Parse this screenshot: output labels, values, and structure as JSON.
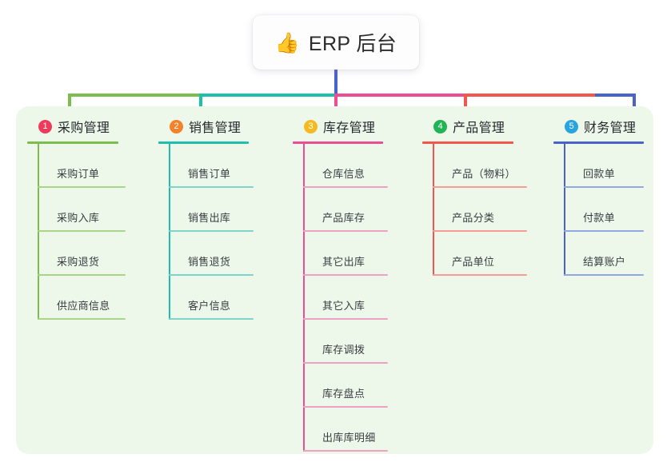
{
  "diagram": {
    "type": "mind-map",
    "root": {
      "icon": "thumbs-up-icon",
      "emoji": "👍",
      "title": "ERP 后台"
    },
    "panel_background": "#eef8ea",
    "page_background": "#ffffff",
    "branches": [
      {
        "number": "1",
        "title": "采购管理",
        "badge_color": "#ee3b5b",
        "line_color": "#7cbd4e",
        "leaf_line_color": "#a9d48a",
        "connector_color": "#7cbd4e",
        "items": [
          "采购订单",
          "采购入库",
          "采购退货",
          "供应商信息"
        ]
      },
      {
        "number": "2",
        "title": "销售管理",
        "badge_color": "#f5812a",
        "line_color": "#1fbfad",
        "leaf_line_color": "#7fd4ca",
        "connector_color": "#1fbfad",
        "items": [
          "销售订单",
          "销售出库",
          "销售退货",
          "客户信息"
        ]
      },
      {
        "number": "3",
        "title": "库存管理",
        "badge_color": "#f5b921",
        "line_color": "#ec4d95",
        "leaf_line_color": "#f0a0c4",
        "connector_color": "#ec4d95",
        "items": [
          "仓库信息",
          "产品库存",
          "其它出库",
          "其它入库",
          "库存调拨",
          "库存盘点",
          "出库库明细"
        ]
      },
      {
        "number": "4",
        "title": "产品管理",
        "badge_color": "#22b356",
        "line_color": "#f2564e",
        "leaf_line_color": "#f79b94",
        "connector_color": "#f2564e",
        "items": [
          "产品（物料）",
          "产品分类",
          "产品单位"
        ]
      },
      {
        "number": "5",
        "title": "财务管理",
        "badge_color": "#28a5e0",
        "line_color": "#4a63c8",
        "leaf_line_color": "#93a8e0",
        "connector_color": "#4a63c8",
        "items": [
          "回款单",
          "付款单",
          "结算账户"
        ]
      }
    ],
    "trunk_color": "#4a63c8"
  }
}
